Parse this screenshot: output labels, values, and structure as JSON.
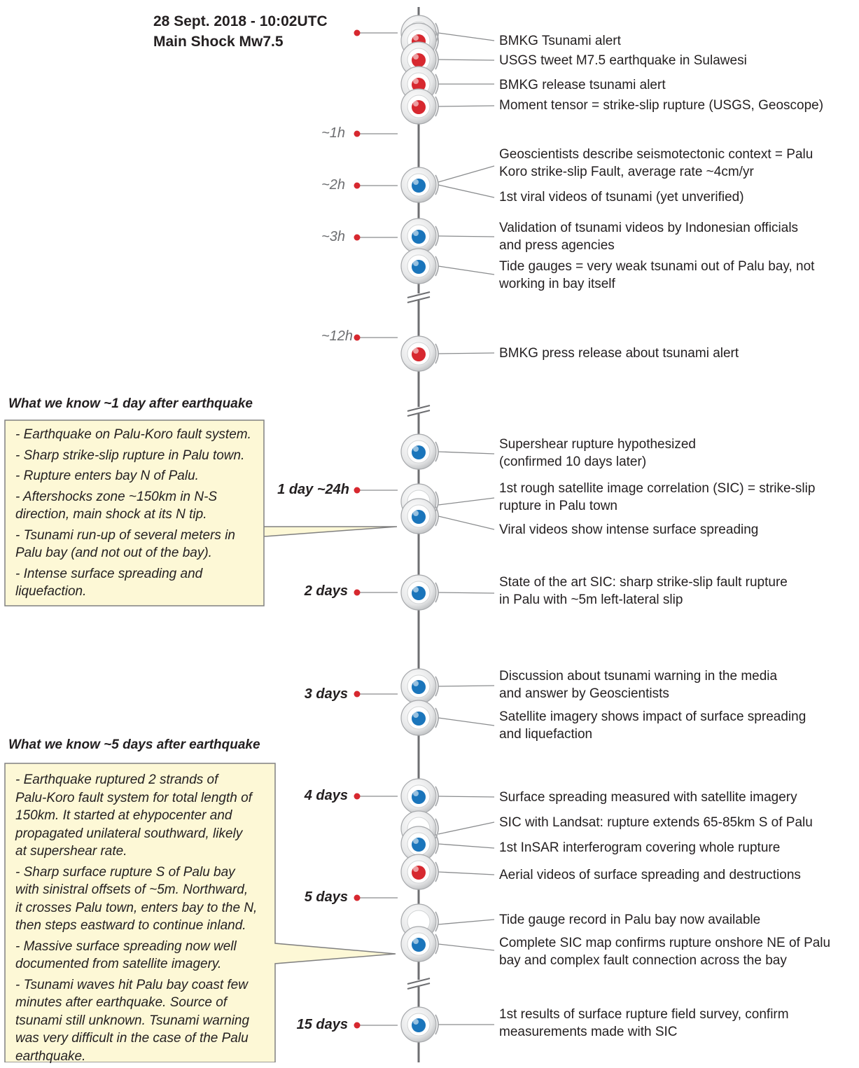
{
  "header": {
    "line1": "28 Sept. 2018 - 10:02UTC",
    "line2": "Main Shock Mw7.5"
  },
  "time_labels": [
    {
      "id": "1h",
      "text": "~1h"
    },
    {
      "id": "2h",
      "text": "~2h"
    },
    {
      "id": "3h",
      "text": "~3h"
    },
    {
      "id": "12h",
      "text": "~12h"
    },
    {
      "id": "1day",
      "text": "1 day ~24h"
    },
    {
      "id": "2days",
      "text": "2 days"
    },
    {
      "id": "3days",
      "text": "3 days"
    },
    {
      "id": "4days",
      "text": "4 days"
    },
    {
      "id": "5days",
      "text": "5 days"
    },
    {
      "id": "15days",
      "text": "15 days"
    }
  ],
  "events": [
    {
      "text": [
        "BMKG Tsunami alert"
      ],
      "color": "red"
    },
    {
      "text": [
        "USGS tweet M7.5 earthquake in Sulawesi"
      ],
      "color": "red"
    },
    {
      "text": [
        "BMKG release tsunami alert"
      ],
      "color": "red"
    },
    {
      "text": [
        "Moment tensor = strike-slip rupture (USGS, Geoscope)"
      ],
      "color": "red"
    },
    {
      "text": [
        "Geoscientists describe seismotectonic context = Palu",
        "Koro strike-slip Fault, average rate ~4cm/yr"
      ],
      "color": "blue"
    },
    {
      "text": [
        "1st viral videos of tsunami (yet unverified)"
      ],
      "color": "blue"
    },
    {
      "text": [
        "Validation of tsunami videos by Indonesian officials",
        "and press agencies"
      ],
      "color": "blue"
    },
    {
      "text": [
        "Tide gauges = very weak tsunami out of Palu bay, not",
        "working in bay itself"
      ],
      "color": "blue"
    },
    {
      "text": [
        "BMKG press release about tsunami alert"
      ],
      "color": "red"
    },
    {
      "text": [
        "Supershear rupture hypothesized",
        "(confirmed 10 days later)"
      ],
      "color": "blue"
    },
    {
      "text": [
        "1st rough satellite image correlation (SIC) = strike-slip",
        "rupture in Palu town"
      ],
      "color": "blue"
    },
    {
      "text": [
        "Viral videos show intense surface spreading"
      ],
      "color": "blue"
    },
    {
      "text": [
        "State of the art SIC: sharp strike-slip fault rupture",
        "in Palu with ~5m left-lateral slip"
      ],
      "color": "blue"
    },
    {
      "text": [
        "Discussion about tsunami warning in the media",
        "and answer by Geoscientists"
      ],
      "color": "blue"
    },
    {
      "text": [
        "Satellite imagery shows impact of surface spreading",
        "and liquefaction"
      ],
      "color": "blue"
    },
    {
      "text": [
        "Surface spreading measured with satellite imagery"
      ],
      "color": "blue"
    },
    {
      "text": [
        "SIC with Landsat: rupture extends 65-85km S of Palu"
      ],
      "color": "blue"
    },
    {
      "text": [
        "1st InSAR interferogram covering whole rupture"
      ],
      "color": "blue"
    },
    {
      "text": [
        "Aerial videos of surface spreading and destructions"
      ],
      "color": "red"
    },
    {
      "text": [
        "Tide gauge record in Palu bay now available"
      ],
      "color": "blue"
    },
    {
      "text": [
        "Complete SIC map confirms rupture onshore NE of Palu",
        "bay and complex fault connection across the bay"
      ],
      "color": "blue"
    },
    {
      "text": [
        "1st results of surface rupture field survey, confirm",
        "measurements made with SIC"
      ],
      "color": "blue"
    }
  ],
  "box1": {
    "heading": "What we know ~1 day after earthquake",
    "items": [
      "- Earthquake on Palu-Koro fault system.",
      "- Sharp strike-slip rupture in Palu town.",
      "- Rupture enters bay N of Palu.",
      "- Aftershocks zone ~150km in N-S\ndirection, main shock at its N tip.",
      "- Tsunami run-up of several meters in\nPalu bay (and not out of the bay).",
      "- Intense surface spreading and\nliquefaction."
    ]
  },
  "box2": {
    "heading": "What we know ~5 days after earthquake",
    "items": [
      "- Earthquake ruptured 2 strands of\nPalu-Koro fault system for total length of\n150km. It started at ehypocenter and\npropagated unilateral southward, likely\nat supershear rate.",
      "- Sharp surface rupture S of Palu bay\nwith sinistral offsets of ~5m. Northward,\nit crosses Palu town, enters bay to the N,\nthen steps eastward to continue inland.",
      "- Massive surface spreading now well\ndocumented from satellite imagery.",
      "- Tsunami waves hit Palu bay coast few\nminutes after earthquake. Source of\ntsunami still unknown. Tsunami warning\nwas very difficult in the case of the Palu\nearthquake."
    ]
  },
  "colors": {
    "red_dot": "#d7282f",
    "blue_dot": "#1a75bb",
    "axis": "#6d6e71",
    "box_fill": "#fdf8d6",
    "box_stroke": "#808080"
  }
}
